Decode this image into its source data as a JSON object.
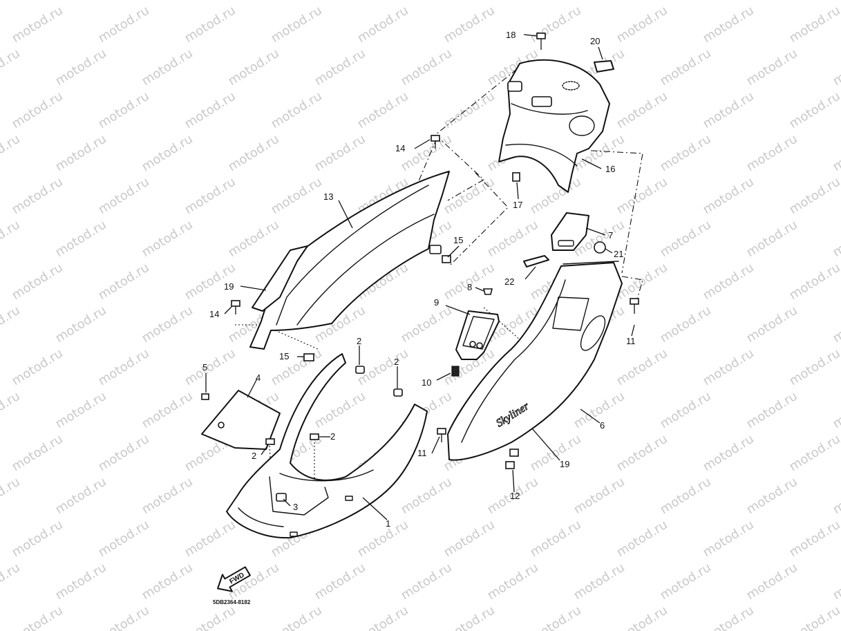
{
  "diagram": {
    "watermark": "motod.ru",
    "part_code": "5DB2364-8182",
    "direction_label": "FWD",
    "logo_text": "Skyliner",
    "callouts": [
      "18",
      "20",
      "14",
      "13",
      "16",
      "17",
      "15",
      "7",
      "21",
      "22",
      "8",
      "9",
      "19",
      "14",
      "11",
      "15",
      "2",
      "2",
      "5",
      "4",
      "10",
      "2",
      "2",
      "11",
      "6",
      "19",
      "12",
      "3",
      "1"
    ]
  }
}
